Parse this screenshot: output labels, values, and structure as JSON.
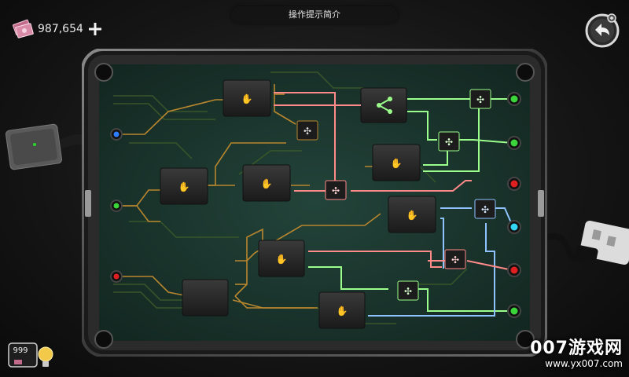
{
  "header": {
    "title": "操作提示简介"
  },
  "hud": {
    "money": "987,654",
    "add_icon": "plus-icon",
    "back_icon": "undo-arrow-icon",
    "hint_count": "999",
    "hint_icon": "lightbulb-icon"
  },
  "watermark": {
    "brand": "007游戏网",
    "url": "www.yx007.com"
  },
  "colors": {
    "board": "#1d3a30",
    "trace": "#b8862e",
    "wire_red": "#ff8a8a",
    "wire_green": "#9cff8c",
    "wire_blue": "#8ec3ff",
    "led_green": "#3bd43b",
    "led_red": "#e02020",
    "led_blue": "#2f7dff",
    "led_cyan": "#33d6f5"
  },
  "leds": {
    "inputs": [
      "blue",
      "green",
      "red"
    ],
    "outputs": [
      "green",
      "green",
      "red",
      "cyan",
      "red",
      "green"
    ]
  }
}
